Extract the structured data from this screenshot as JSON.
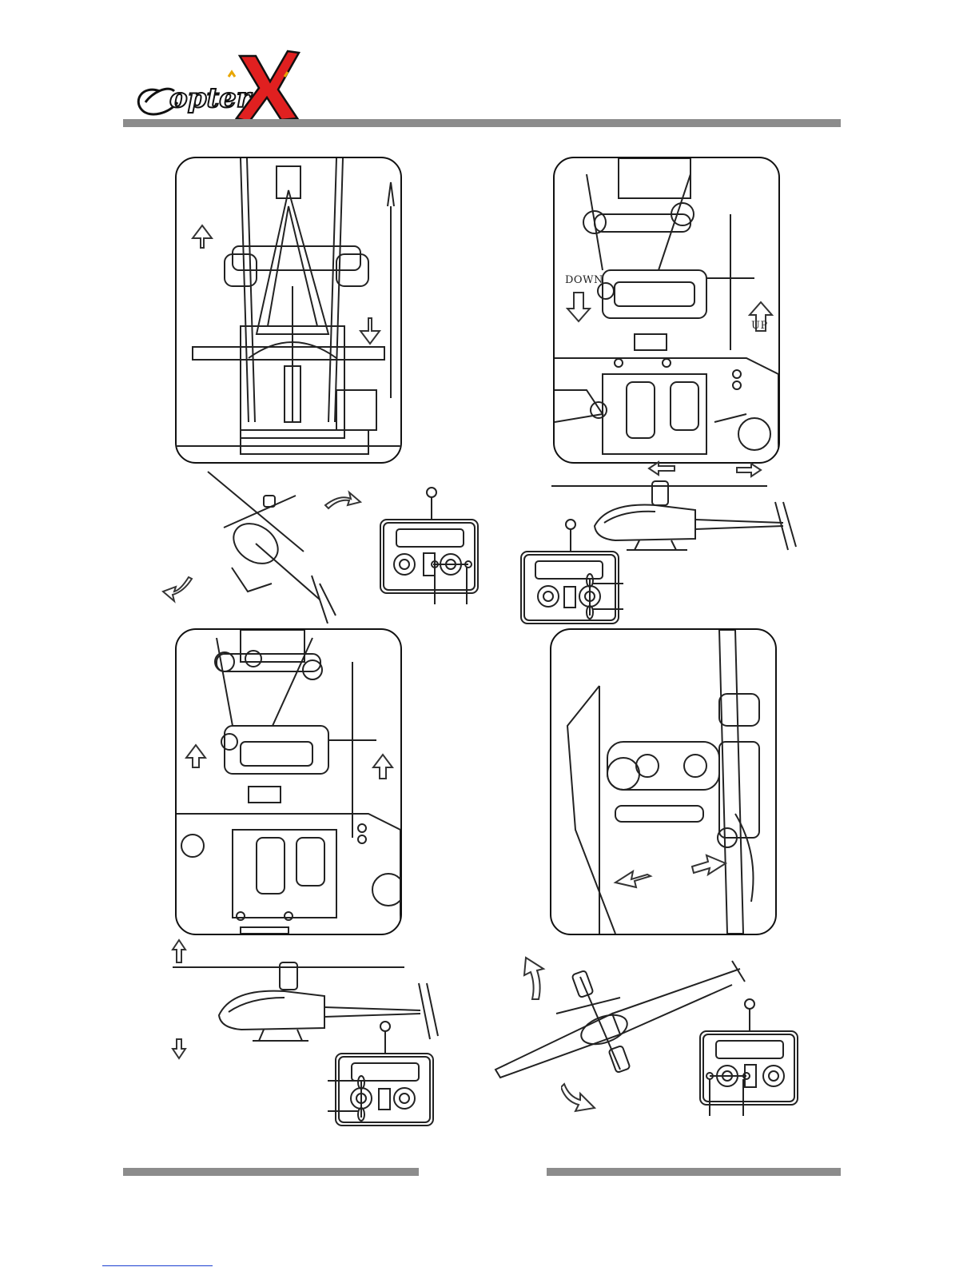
{
  "brand": {
    "logo_text": "CopterX",
    "accent_color": "#e02020",
    "outline_color": "#111111"
  },
  "labels": {
    "down": "DOWN",
    "up": "UP"
  },
  "rule_color": "#8c8c8c"
}
